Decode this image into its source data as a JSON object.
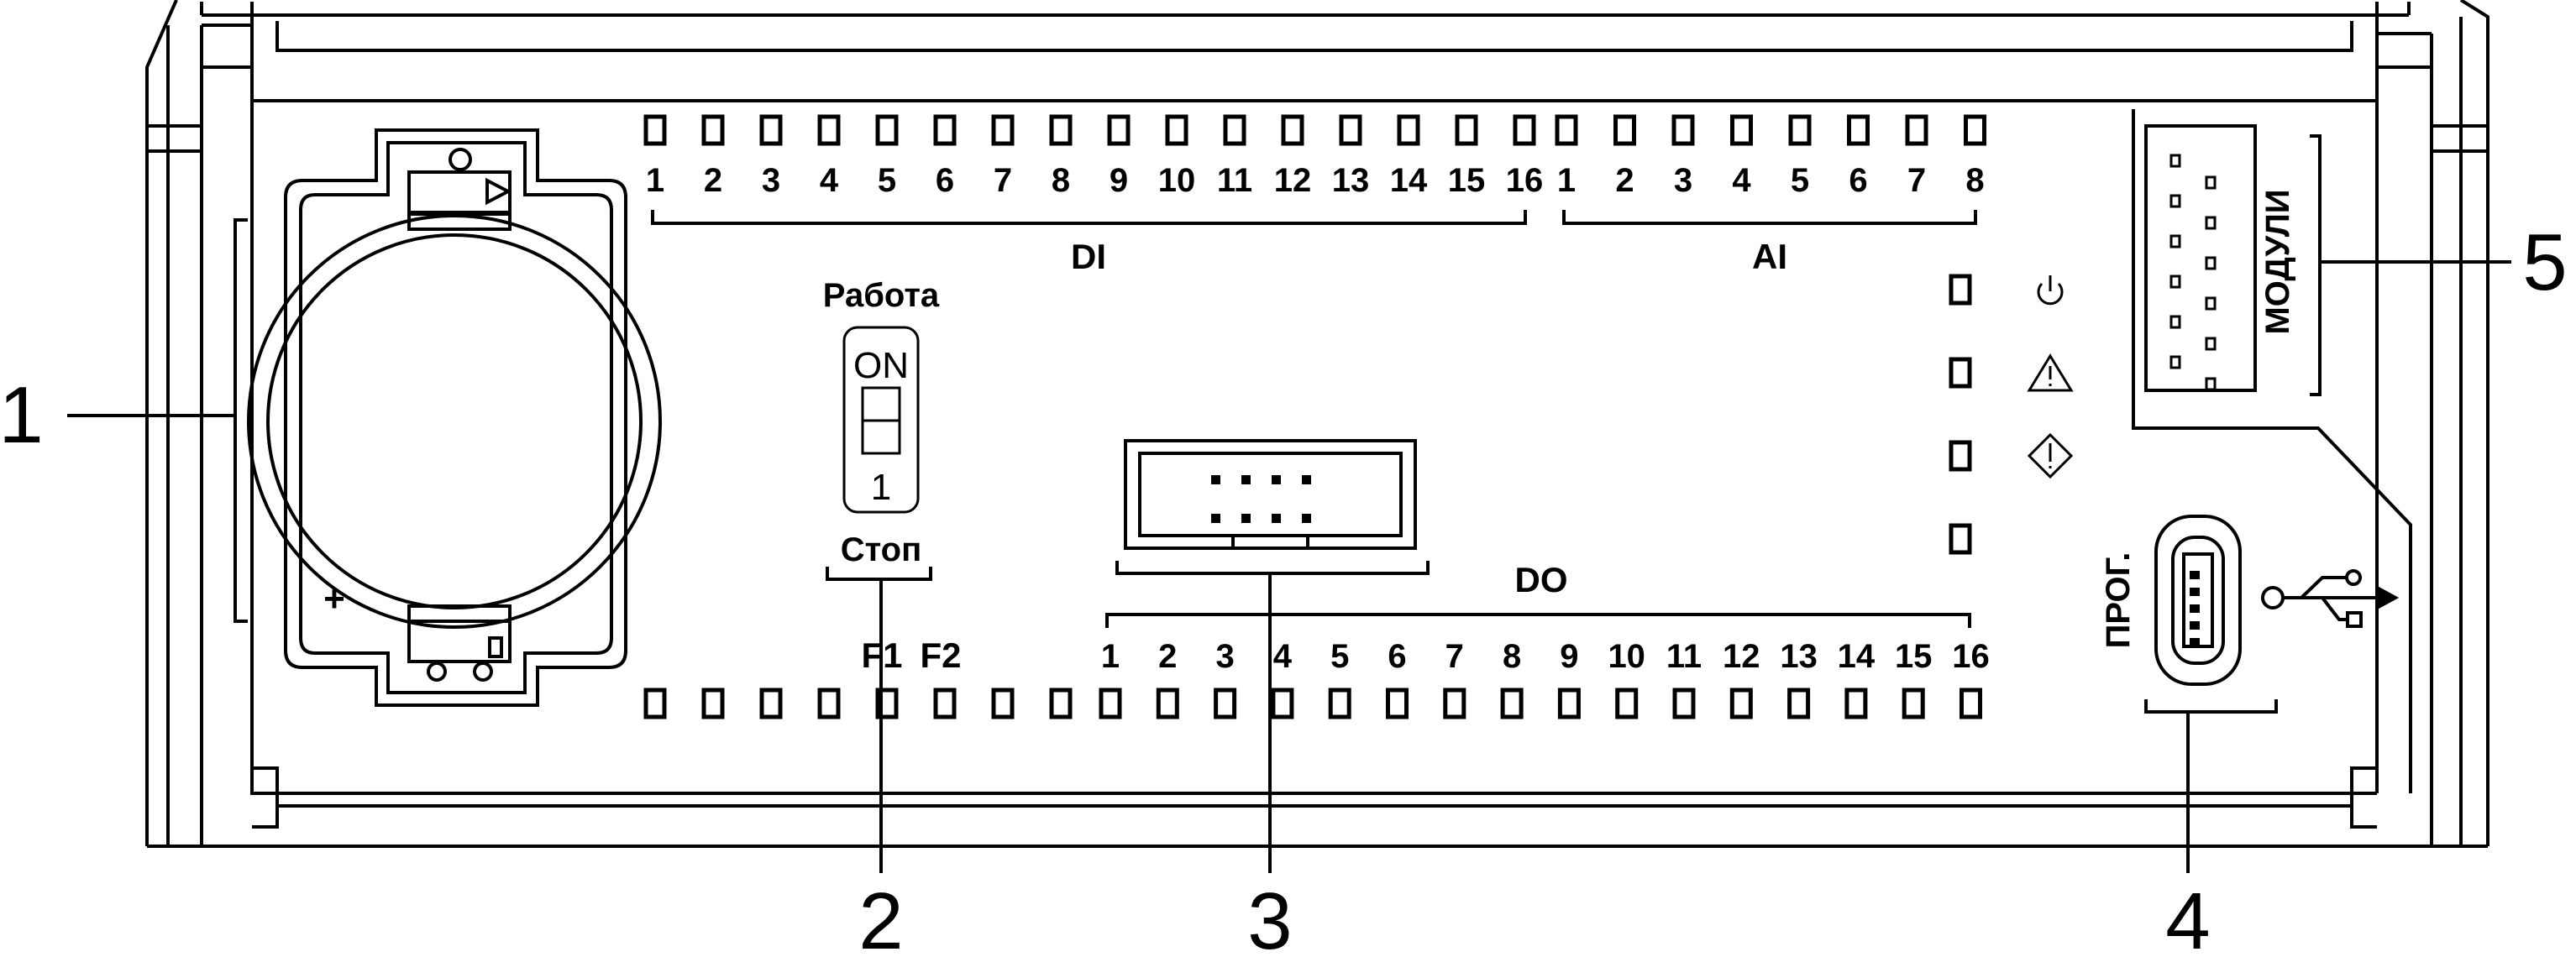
{
  "callouts": [
    "1",
    "2",
    "3",
    "4",
    "5"
  ],
  "di": {
    "label": "DI",
    "numbers": [
      "1",
      "2",
      "3",
      "4",
      "5",
      "6",
      "7",
      "8",
      "9",
      "10",
      "11",
      "12",
      "13",
      "14",
      "15",
      "16"
    ]
  },
  "ai": {
    "label": "AI",
    "numbers": [
      "1",
      "2",
      "3",
      "4",
      "5",
      "6",
      "7",
      "8"
    ]
  },
  "do": {
    "label": "DO",
    "numbers": [
      "1",
      "2",
      "3",
      "4",
      "5",
      "6",
      "7",
      "8",
      "9",
      "10",
      "11",
      "12",
      "13",
      "14",
      "15",
      "16"
    ]
  },
  "fuse": {
    "f1": "F1",
    "f2": "F2"
  },
  "run_switch": {
    "top_label": "Работа",
    "on_label": "ON",
    "num_label": "1",
    "bottom_label": "Стоп"
  },
  "battery": {
    "plus": "+"
  },
  "usb": {
    "label": "ПРОГ."
  },
  "modules": {
    "label": "МОДУЛИ"
  },
  "status_icons": [
    "power-icon",
    "warning-icon",
    "run-diamond-icon"
  ]
}
